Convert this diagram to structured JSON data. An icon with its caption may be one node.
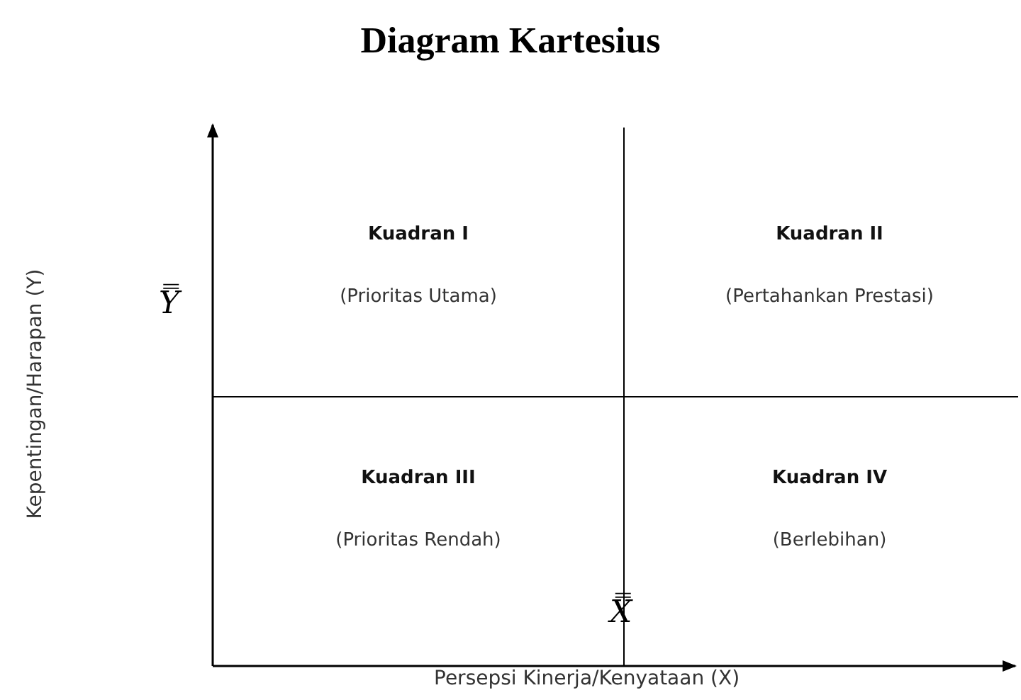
{
  "diagram": {
    "title": "Diagram Kartesius",
    "nodes": [
      {
        "text": [
          "Kuadran I",
          "(Prioritas Utama)"
        ]
      },
      {
        "text": [
          "Kuadran II",
          "(Pertahankan Prestasi)"
        ]
      },
      {
        "text": [
          "Kuadran III",
          "(Prioritas Rendah)"
        ]
      },
      {
        "text": [
          "Kuadran IV",
          "(Berlebihan)"
        ]
      }
    ],
    "edges": [],
    "labels": [
      "Kepentingan/Harapan (Y)",
      "Y̿",
      "X̿",
      "Persepsi Kinerja/Kenyataan (X)"
    ]
  }
}
